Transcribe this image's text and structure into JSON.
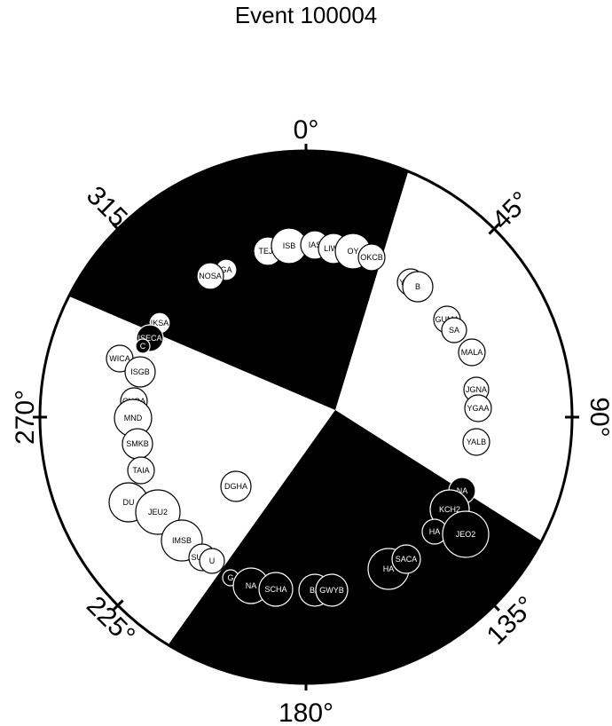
{
  "title": "Event 100004",
  "azimuth_labels": [
    "0°",
    "45°",
    "90°",
    "135°",
    "180°",
    "225°",
    "270°",
    "315°"
  ],
  "colors": {
    "compression": "#000000",
    "dilatation": "#ffffff"
  },
  "stations": [
    {
      "name": "TEJ2",
      "pol": "down"
    },
    {
      "name": "ISB",
      "pol": "down"
    },
    {
      "name": "IAS",
      "pol": "down"
    },
    {
      "name": "LIWA",
      "pol": "down"
    },
    {
      "name": "OY",
      "pol": "down"
    },
    {
      "name": "OKCB",
      "pol": "down"
    },
    {
      "name": "GA",
      "pol": "down"
    },
    {
      "name": "NOSA",
      "pol": "down"
    },
    {
      "name": "IKSA",
      "pol": "down"
    },
    {
      "name": "ISECA",
      "pol": "up"
    },
    {
      "name": "C",
      "pol": "up"
    },
    {
      "name": "YDGA",
      "pol": "down"
    },
    {
      "name": "B",
      "pol": "down"
    },
    {
      "name": "GUMA",
      "pol": "down"
    },
    {
      "name": "SA",
      "pol": "down"
    },
    {
      "name": "MALA",
      "pol": "down"
    },
    {
      "name": "JGNA",
      "pol": "down"
    },
    {
      "name": "YGAA",
      "pol": "down"
    },
    {
      "name": "YALB",
      "pol": "down"
    },
    {
      "name": "WICA",
      "pol": "down"
    },
    {
      "name": "ISGB",
      "pol": "down"
    },
    {
      "name": "CHOA",
      "pol": "down"
    },
    {
      "name": "MND",
      "pol": "down"
    },
    {
      "name": "SMKB",
      "pol": "down"
    },
    {
      "name": "TAIA",
      "pol": "down"
    },
    {
      "name": "DU",
      "pol": "down"
    },
    {
      "name": "JEU2",
      "pol": "down"
    },
    {
      "name": "DGHA",
      "pol": "down"
    },
    {
      "name": "IMSB",
      "pol": "down"
    },
    {
      "name": "SUCA",
      "pol": "down"
    },
    {
      "name": "U",
      "pol": "down"
    },
    {
      "name": "G",
      "pol": "up"
    },
    {
      "name": "NA",
      "pol": "up"
    },
    {
      "name": "SCHA",
      "pol": "up"
    },
    {
      "name": "BA",
      "pol": "up"
    },
    {
      "name": "GWYB",
      "pol": "up"
    },
    {
      "name": "HA",
      "pol": "up"
    },
    {
      "name": "SACA",
      "pol": "up"
    },
    {
      "name": "NA",
      "pol": "up"
    },
    {
      "name": "KCH2",
      "pol": "up"
    },
    {
      "name": "HA",
      "pol": "up"
    },
    {
      "name": "JEO2",
      "pol": "up"
    }
  ]
}
